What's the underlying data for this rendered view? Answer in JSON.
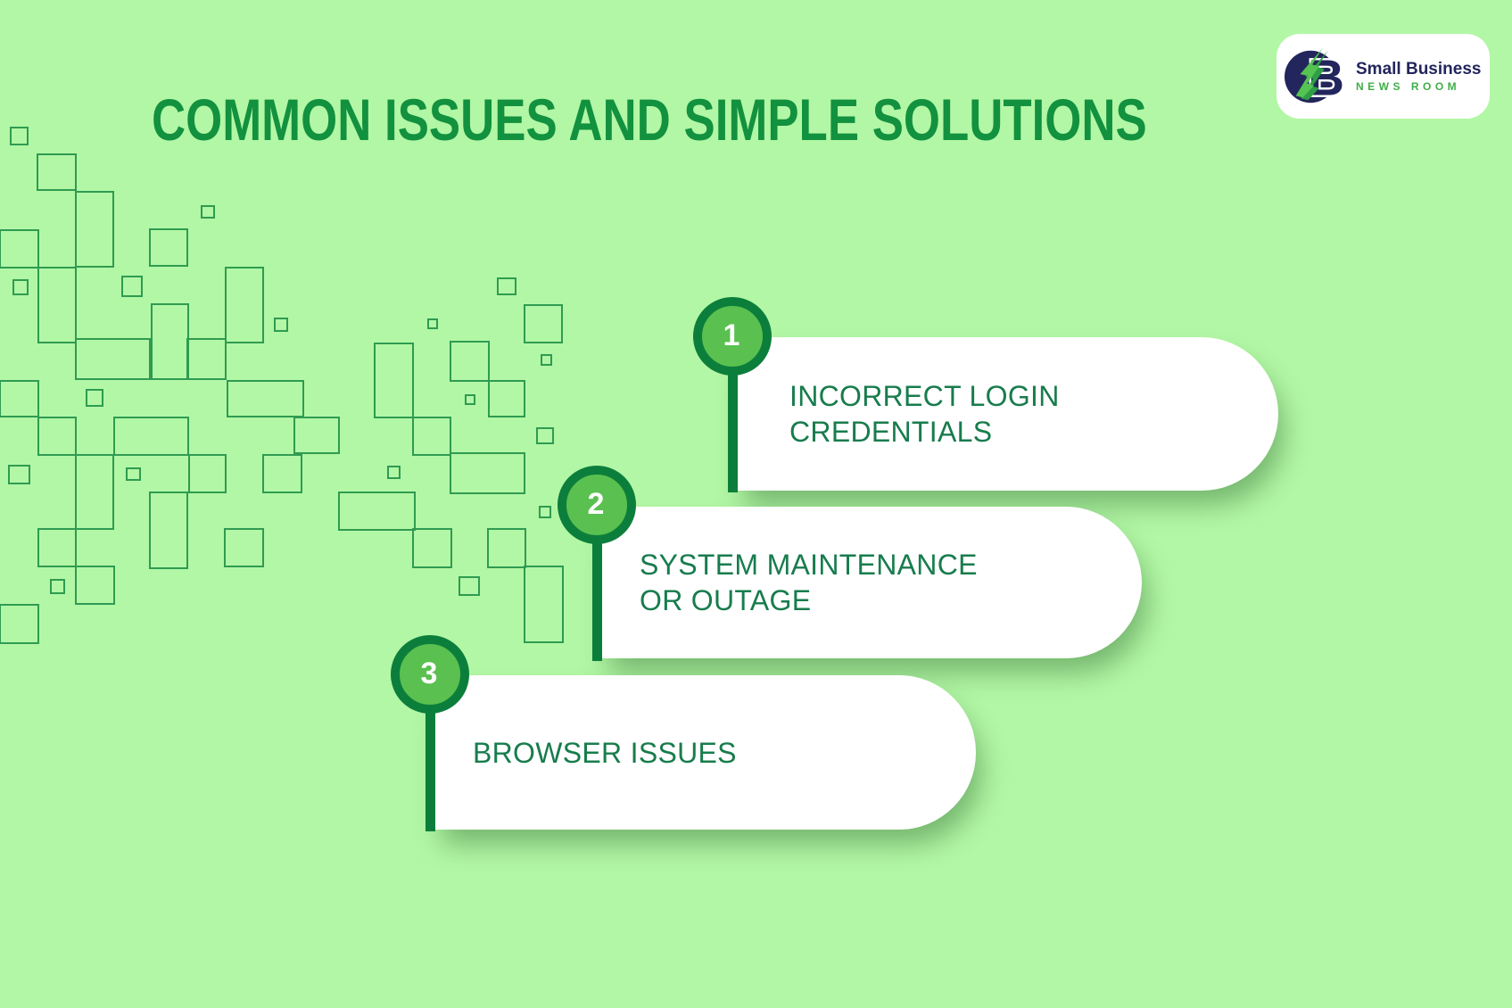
{
  "title": "COMMON ISSUES AND SIMPLE SOLUTIONS",
  "logo": {
    "name_line1": "Small Business",
    "name_line2": "NEWS ROOM",
    "icon": "lightning-b-icon"
  },
  "items": [
    {
      "number": "1",
      "label": "INCORRECT LOGIN CREDENTIALS"
    },
    {
      "number": "2",
      "label": "SYSTEM MAINTENANCE OR OUTAGE"
    },
    {
      "number": "3",
      "label": "BROWSER ISSUES"
    }
  ],
  "colors": {
    "background": "#b2f7a5",
    "pattern_outline": "#2f9b52",
    "title_green": "#12913f",
    "timeline_dark_green": "#0c7e3c",
    "badge_fill": "#5ac04f",
    "card_background": "#ffffff",
    "card_text": "#187c4d",
    "logo_navy": "#23265c",
    "logo_green": "#3fae49"
  }
}
